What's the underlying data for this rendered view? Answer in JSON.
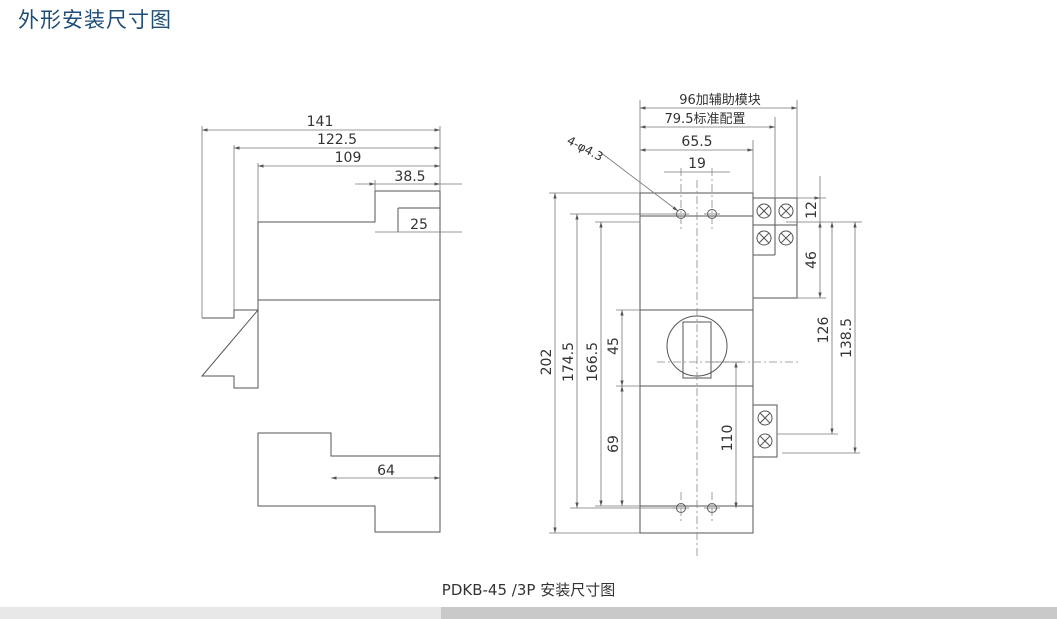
{
  "title": "外形安装尺寸图",
  "caption": "PDKB-45 /3P 安装尺寸图",
  "side_view": {
    "dim_141": "141",
    "dim_122_5": "122.5",
    "dim_109": "109",
    "dim_38_5": "38.5",
    "dim_25": "25",
    "dim_64": "64"
  },
  "front_view": {
    "dim_96": "96加辅助模块",
    "dim_79_5": "79.5标准配置",
    "dim_65_5": "65.5",
    "dim_19": "19",
    "holes_label": "4-φ4.3",
    "dim_202": "202",
    "dim_174_5": "174.5",
    "dim_166_5": "166.5",
    "dim_45": "45",
    "dim_69": "69",
    "dim_110": "110",
    "dim_12": "12",
    "dim_46": "46",
    "dim_126": "126",
    "dim_138_5": "138.5"
  },
  "colors": {
    "title": "#1f4e79",
    "line": "#555555"
  }
}
